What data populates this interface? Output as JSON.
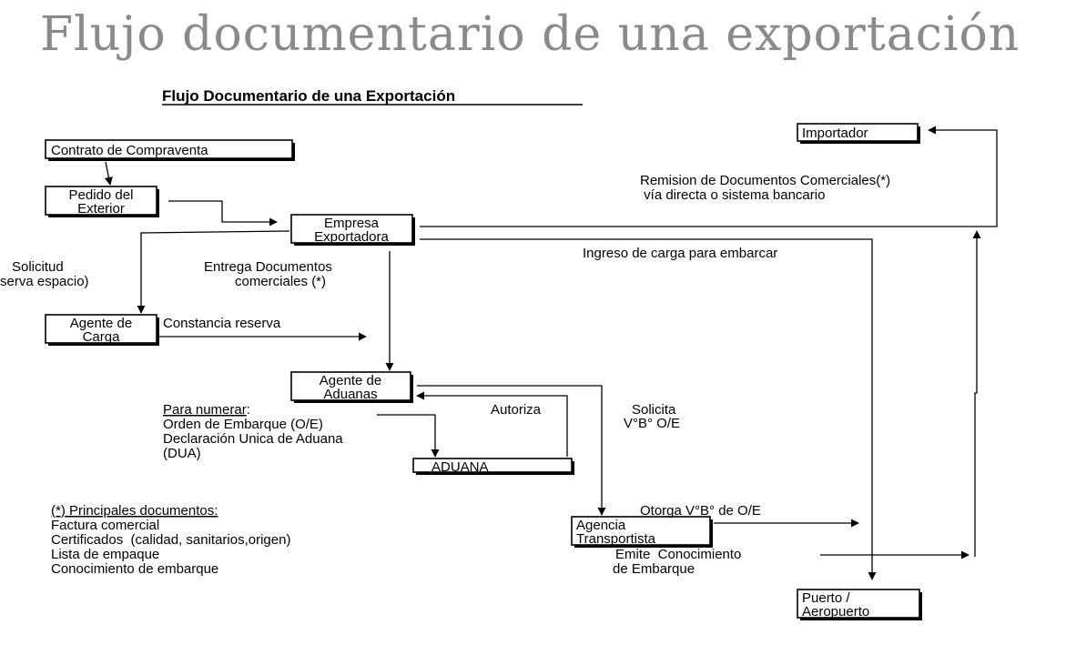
{
  "slide_title": "Flujo documentario de una exportación",
  "diagram_title": "Flujo Documentario de una Exportación",
  "boxes": {
    "contrato": "Contrato de  Compraventa",
    "pedido": [
      "Pedido del",
      "Exterior"
    ],
    "empresa": [
      "Empresa",
      "Exportadora"
    ],
    "agente_carga": [
      "Agente de",
      "Carga"
    ],
    "agente_aduanas": [
      "Agente de",
      "Aduanas"
    ],
    "aduana": "ADUANA",
    "agencia": [
      "Agencia",
      "Transportista"
    ],
    "importador": "Importador",
    "puerto": [
      "Puerto /",
      "Aeropuerto"
    ]
  },
  "labels": {
    "remision": [
      "Remision de Documentos Comerciales(*)",
      " vía directa o sistema bancario"
    ],
    "ingreso": "Ingreso de carga para embarcar",
    "solicitud": [
      "Solicitud",
      "serva espacio)"
    ],
    "entrega": [
      "Entrega Documentos",
      "comerciales (*)"
    ],
    "constancia": "Constancia reserva",
    "autoriza": "Autoriza",
    "solicita_vb": [
      "Solicita",
      "V°B° O/E"
    ],
    "otorga": "Otorga V°B° de O/E",
    "emite": [
      "Emite  Conocimiento",
      "de Embarque"
    ]
  },
  "para_numerar": {
    "heading": "Para numerar",
    "heading_suffix": ":",
    "items": [
      "Orden de Embarque (O/E)",
      "Declaración Unica de Aduana",
      "(DUA)"
    ]
  },
  "principales": {
    "heading": "(*) Principales documentos:",
    "items": [
      "Factura comercial",
      "Certificados  (calidad, sanitarios,origen)",
      "Lista de empaque",
      "Conocimiento de embarque"
    ]
  }
}
